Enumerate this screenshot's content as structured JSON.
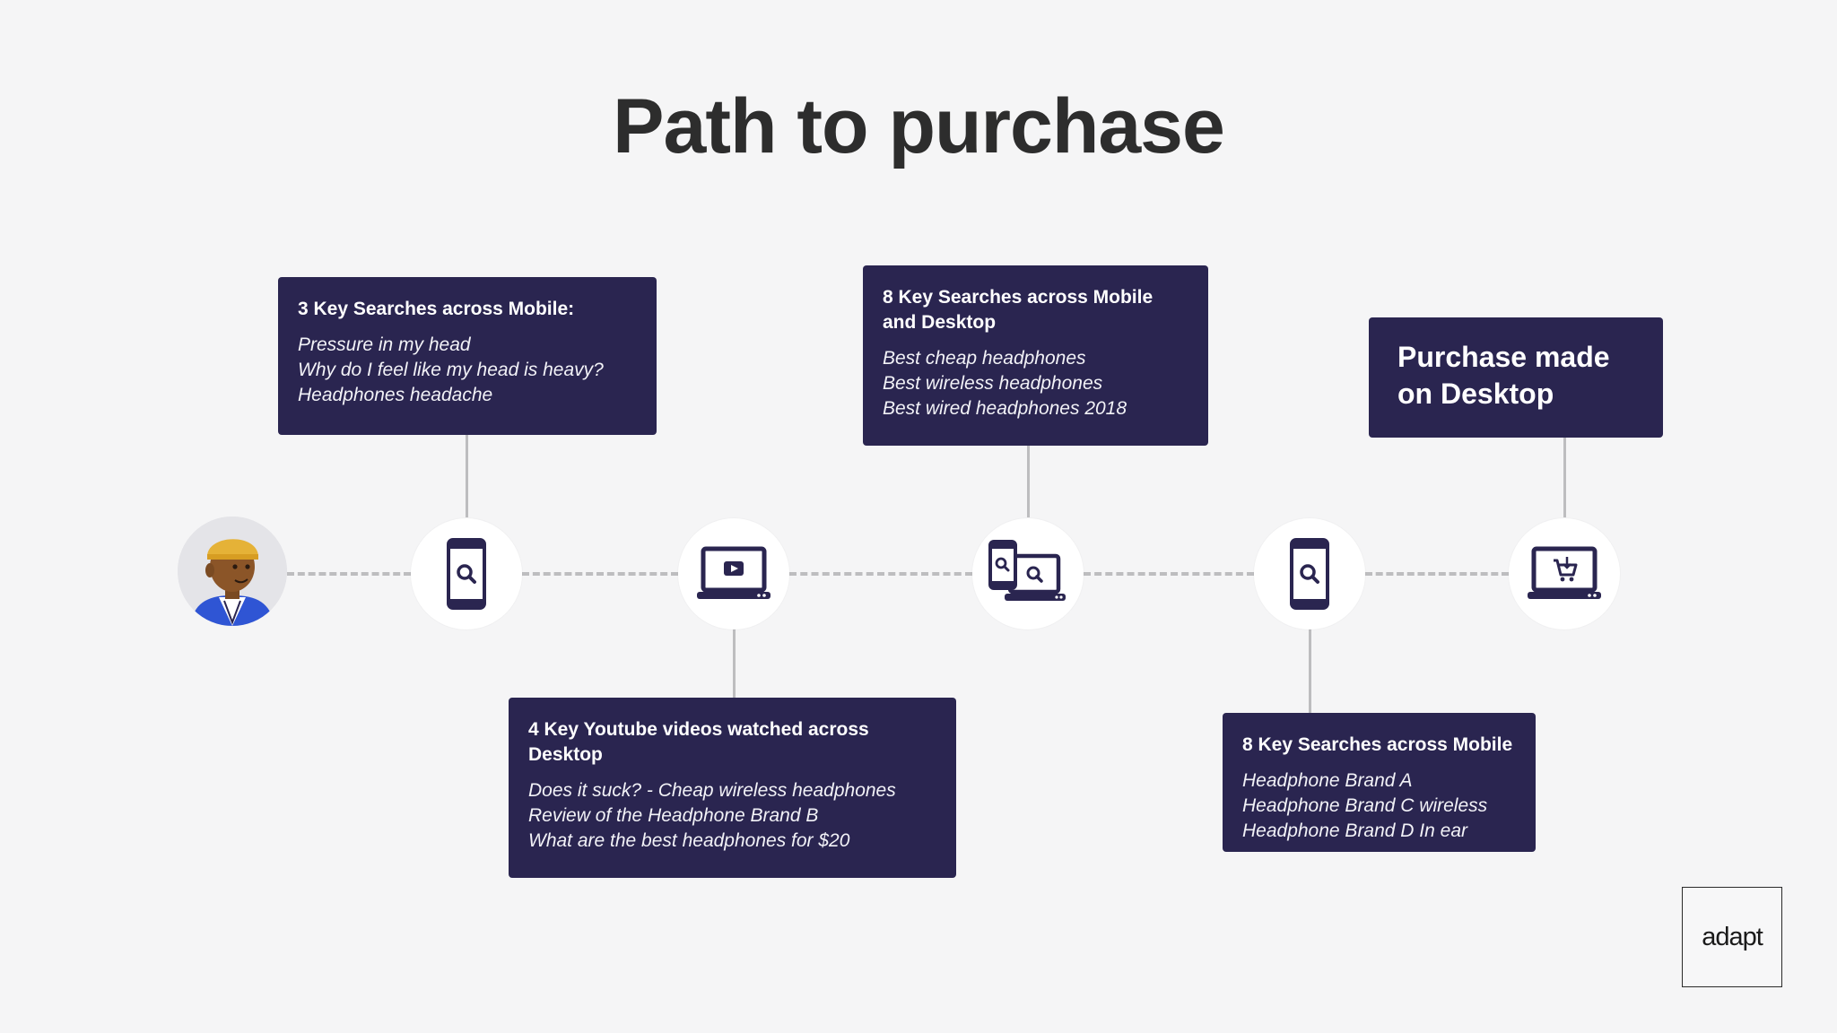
{
  "title": "Path to purchase",
  "colors": {
    "box_background": "#2a2550",
    "icon_color": "#2a2550",
    "connector": "#bdbdbf",
    "page_background": "#f5f5f6"
  },
  "steps": [
    {
      "icon": "mobile-search-icon",
      "heading": "3 Key Searches across Mobile:",
      "items": [
        "Pressure in my head",
        "Why do I feel like my head is heavy?",
        "Headphones headache"
      ]
    },
    {
      "icon": "laptop-video-icon",
      "heading": "4 Key Youtube videos watched across Desktop",
      "items": [
        "Does it suck? - Cheap wireless headphones",
        "Review of the Headphone Brand B",
        "What are the best headphones for $20"
      ]
    },
    {
      "icon": "mobile-desktop-search-icon",
      "heading": "8 Key Searches across Mobile and Desktop",
      "items": [
        "Best cheap headphones",
        "Best wireless headphones",
        "Best wired headphones 2018"
      ]
    },
    {
      "icon": "mobile-search-icon",
      "heading": "8 Key Searches across Mobile",
      "items": [
        "Headphone Brand A",
        "Headphone Brand C wireless",
        "Headphone Brand D In ear"
      ]
    },
    {
      "icon": "laptop-cart-icon",
      "heading": "Purchase made on Desktop",
      "items": []
    }
  ],
  "logo": "adapt"
}
